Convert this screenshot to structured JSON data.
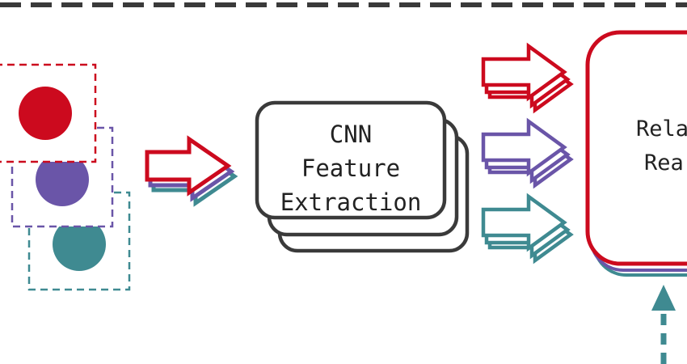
{
  "colors": {
    "red": "#cc0a1e",
    "purple": "#6a55a8",
    "teal": "#3f8a91",
    "dark": "#3a3a3a",
    "background": "#ffffff"
  },
  "cnn_box": {
    "line1": "CNN",
    "line2": "Feature",
    "line3": "Extraction"
  },
  "right_box": {
    "line1": "Rela",
    "line2": "Rea"
  },
  "inputs": [
    {
      "color_name": "red"
    },
    {
      "color_name": "purple"
    },
    {
      "color_name": "teal"
    }
  ]
}
